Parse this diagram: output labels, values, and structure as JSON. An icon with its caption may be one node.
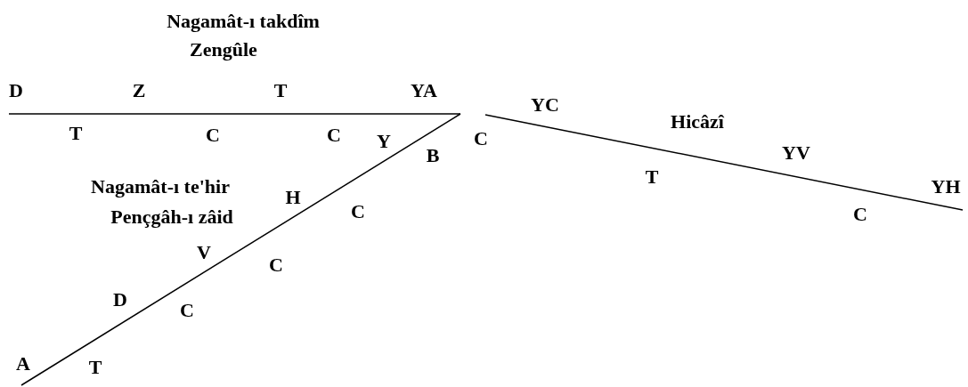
{
  "diagram": {
    "labels": [
      "Nagamât-ı takdîm",
      "Zengûle",
      "D",
      "Z",
      "T",
      "YA",
      "YC",
      "T",
      "C",
      "C",
      "Y",
      "C",
      "Hicâzî",
      "B",
      "YV",
      "Nagamât-ı te'hir",
      "H",
      "T",
      "C",
      "Pençgâh-ı zâid",
      "YH",
      "C",
      "V",
      "C",
      "D",
      "C",
      "A",
      "T"
    ]
  }
}
